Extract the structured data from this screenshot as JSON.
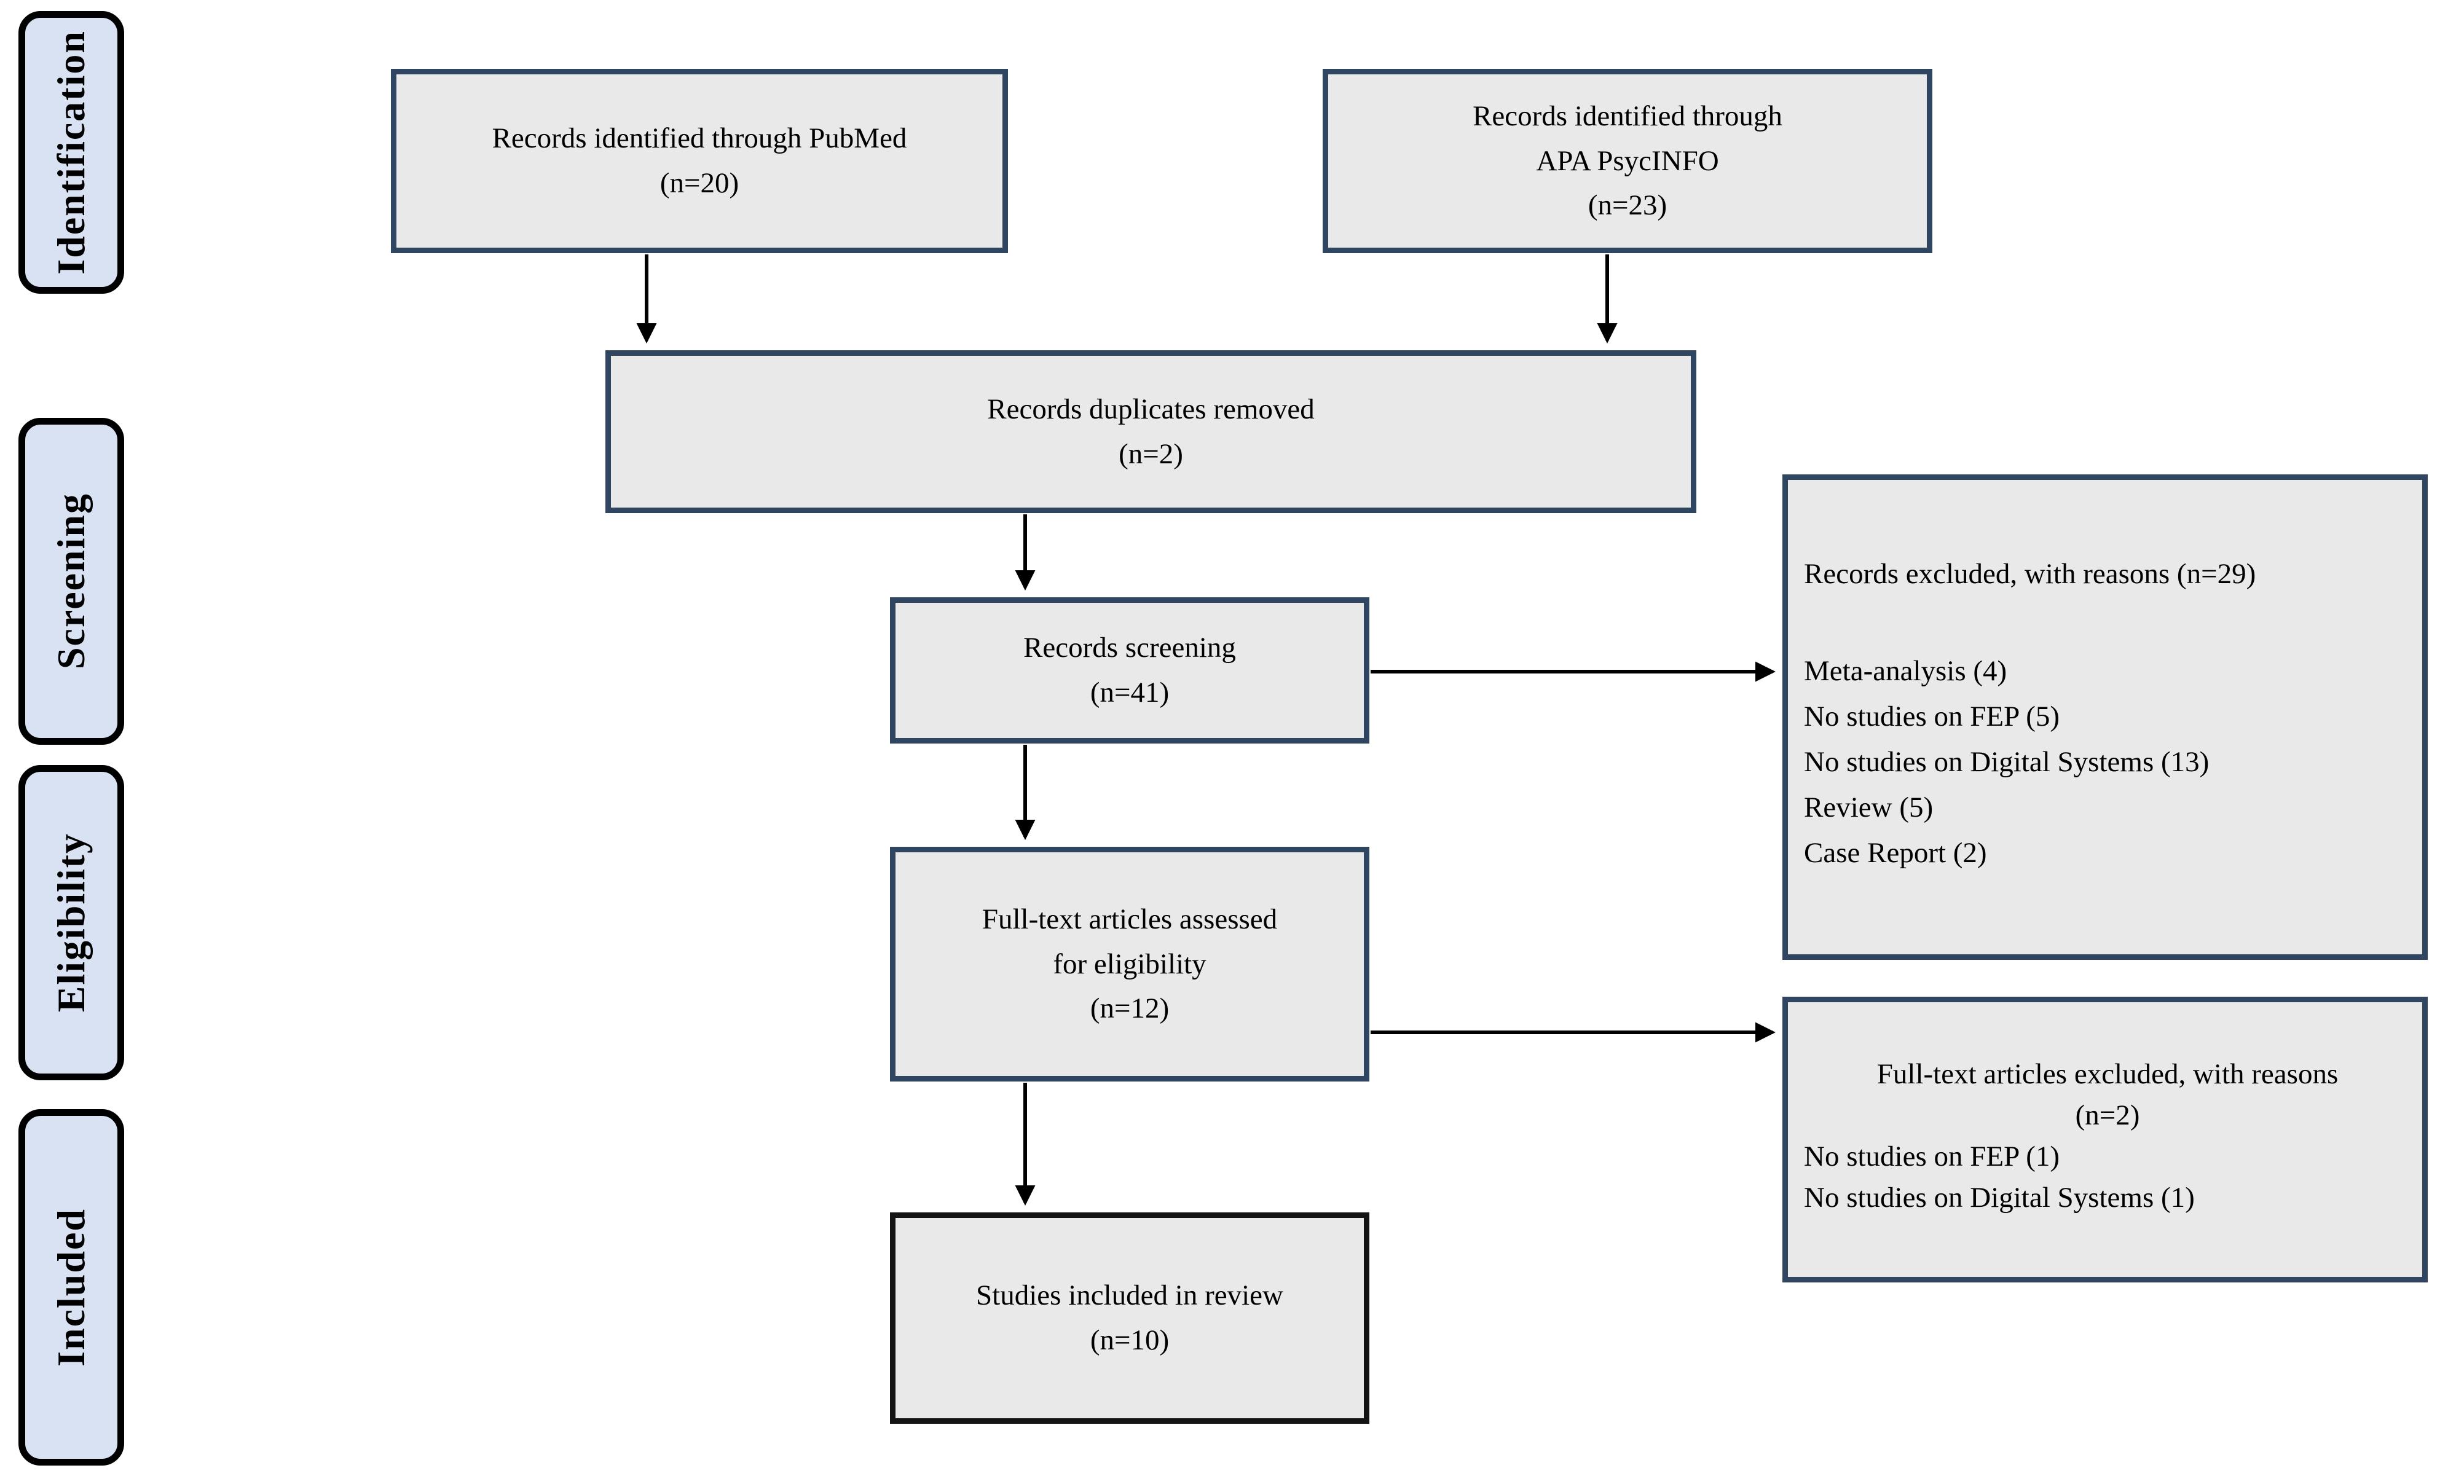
{
  "sidebar": {
    "stages": [
      {
        "label": "Identification"
      },
      {
        "label": "Screening"
      },
      {
        "label": "Eligibility"
      },
      {
        "label": "Included"
      }
    ]
  },
  "boxes": {
    "pubmed": {
      "lines": [
        "Records identified through PubMed",
        "(n=20)"
      ]
    },
    "psycinfo": {
      "lines": [
        "Records identified through",
        "APA PsycINFO",
        "(n=23)"
      ]
    },
    "duplicates": {
      "lines": [
        "Records duplicates removed",
        "(n=2)"
      ]
    },
    "screening": {
      "lines": [
        "Records screening",
        "(n=41)"
      ]
    },
    "records_excluded": {
      "title": "Records excluded, with reasons (n=29)",
      "items": [
        "Meta-analysis (4)",
        "No studies on FEP (5)",
        "No studies on Digital Systems (13)",
        "Review (5)",
        "Case Report (2)"
      ]
    },
    "fulltext_assessed": {
      "lines": [
        "Full-text articles assessed",
        "for eligibility",
        "(n=12)"
      ]
    },
    "fulltext_excluded": {
      "title": "Full-text articles excluded, with reasons",
      "n": "(n=2)",
      "items": [
        "No studies on FEP (1)",
        "No studies on Digital Systems (1)"
      ]
    },
    "included": {
      "lines": [
        "Studies included in review",
        "(n=10)"
      ]
    }
  },
  "colors": {
    "sidebar_fill": "#d9e2f3",
    "sidebar_border": "#000000",
    "box_fill": "#e9e9e9",
    "box_border": "#30455f",
    "final_box_border": "#141414",
    "arrow": "#000000",
    "text": "#000000"
  }
}
